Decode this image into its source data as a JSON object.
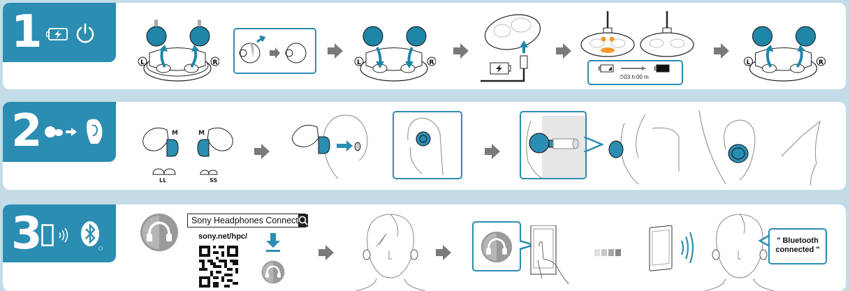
{
  "colors": {
    "accent": "#2b8db1",
    "background": "#c3dce8",
    "arrow_gray": "#7a7a7a",
    "led_orange": "#f39a2b",
    "bud_blue": "#1f86a8"
  },
  "steps": [
    {
      "number": "1",
      "icons": [
        "battery-charging-icon",
        "power-icon"
      ],
      "ear_labels": {
        "left": "L",
        "right": "R"
      },
      "charge_box": {
        "time": "03 h:00 m",
        "time_icon": "clock-icon"
      }
    },
    {
      "number": "2",
      "icons": [
        "earbud-icon",
        "arrow-right-icon",
        "ear-icon"
      ],
      "tip_size_current": "M",
      "tip_sizes": [
        "LL",
        "SS"
      ]
    },
    {
      "number": "3",
      "icons": [
        "smartphone-icon",
        "wireless-signal-icon",
        "bluetooth-icon"
      ],
      "app": {
        "search_text": "Sony Headphones Connect",
        "search_icon": "search-icon",
        "url": "sony.net/hpc/",
        "download_icon": "download-icon"
      },
      "voice_guidance": {
        "line1": "\" Bluetooth",
        "line2": "connected \""
      }
    }
  ]
}
